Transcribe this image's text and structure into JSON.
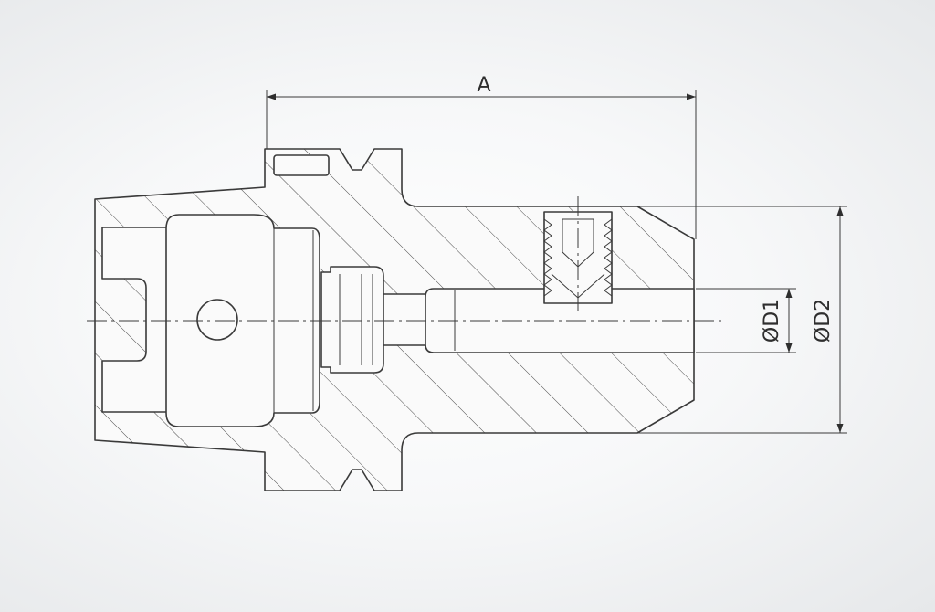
{
  "dimensions": {
    "length_label": "A",
    "d1_label": "ØD1",
    "d2_label": "ØD2"
  }
}
